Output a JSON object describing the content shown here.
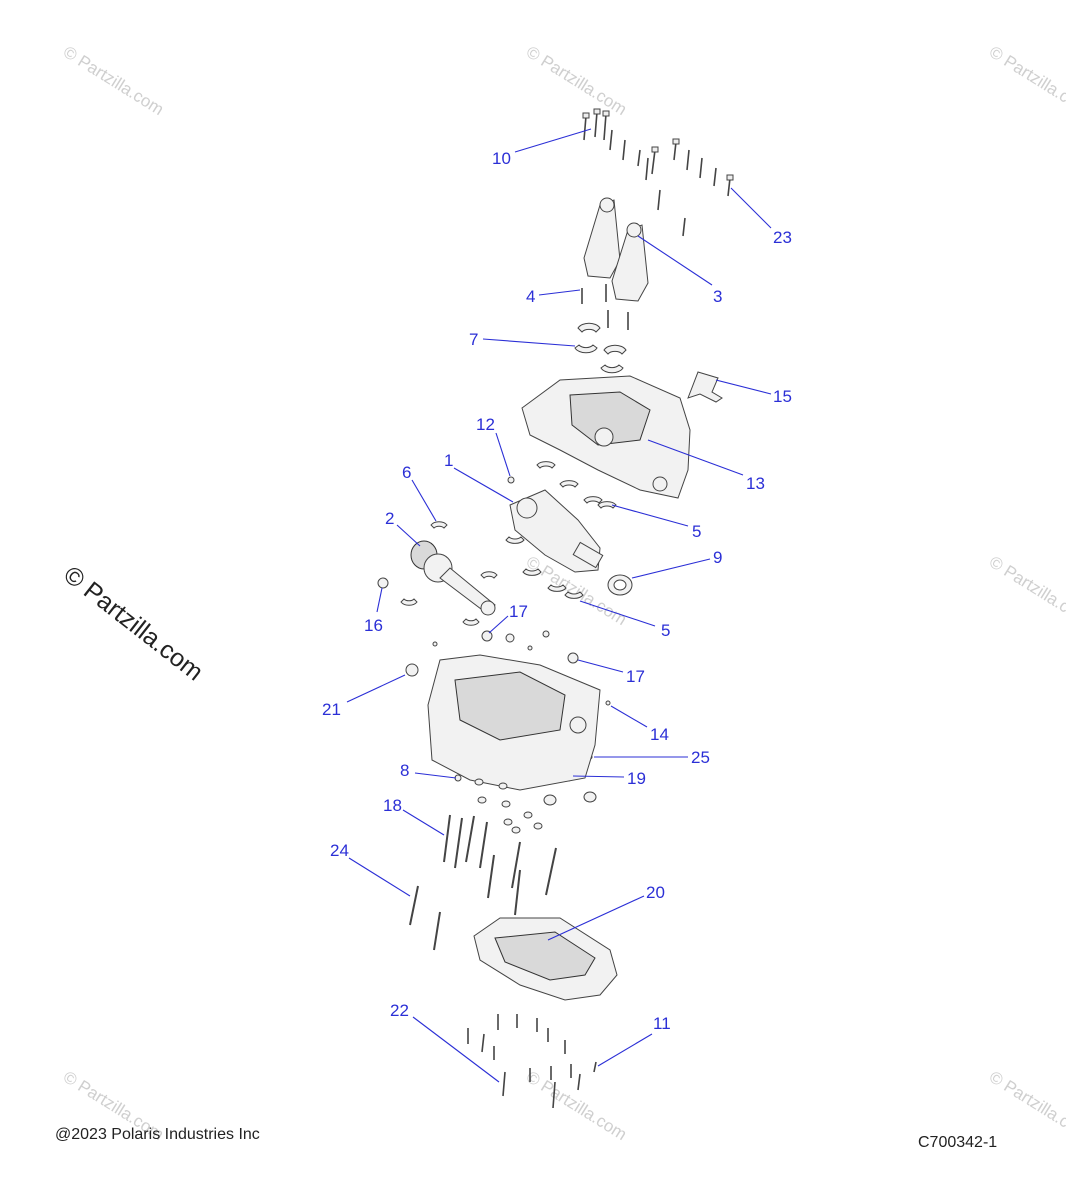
{
  "watermark": {
    "text": "© Partzilla.com"
  },
  "callouts": [
    {
      "label": "10"
    },
    {
      "label": "23"
    },
    {
      "label": "3"
    },
    {
      "label": "4"
    },
    {
      "label": "7"
    },
    {
      "label": "15"
    },
    {
      "label": "12"
    },
    {
      "label": "13"
    },
    {
      "label": "1"
    },
    {
      "label": "6"
    },
    {
      "label": "5"
    },
    {
      "label": "2"
    },
    {
      "label": "9"
    },
    {
      "label": "16"
    },
    {
      "label": "17"
    },
    {
      "label": "5"
    },
    {
      "label": "17"
    },
    {
      "label": "21"
    },
    {
      "label": "14"
    },
    {
      "label": "25"
    },
    {
      "label": "8"
    },
    {
      "label": "19"
    },
    {
      "label": "18"
    },
    {
      "label": "24"
    },
    {
      "label": "20"
    },
    {
      "label": "22"
    },
    {
      "label": "11"
    }
  ],
  "footer": {
    "copyright": "@2023 Polaris Industries Inc",
    "drawing_id": "C700342-1"
  }
}
